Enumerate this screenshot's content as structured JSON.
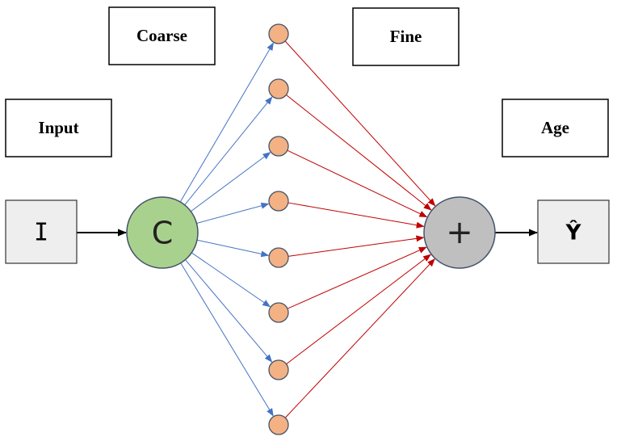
{
  "labels": {
    "coarse": "Coarse",
    "fine": "Fine",
    "input": "Input",
    "age": "Age"
  },
  "io": {
    "input_symbol": "I",
    "output_symbol": "Ŷ"
  },
  "nodes": {
    "coarse_symbol": "C",
    "sum_symbol": "+",
    "fine_node_count": 8
  },
  "colors": {
    "coarse_node_fill": "#a9d18e",
    "sum_node_fill": "#bfbfbf",
    "fine_node_fill": "#f4b183",
    "io_box_fill": "#eeeeee",
    "blue_edge": "#4472c4",
    "red_edge": "#c00000",
    "black_edge": "#000000"
  }
}
